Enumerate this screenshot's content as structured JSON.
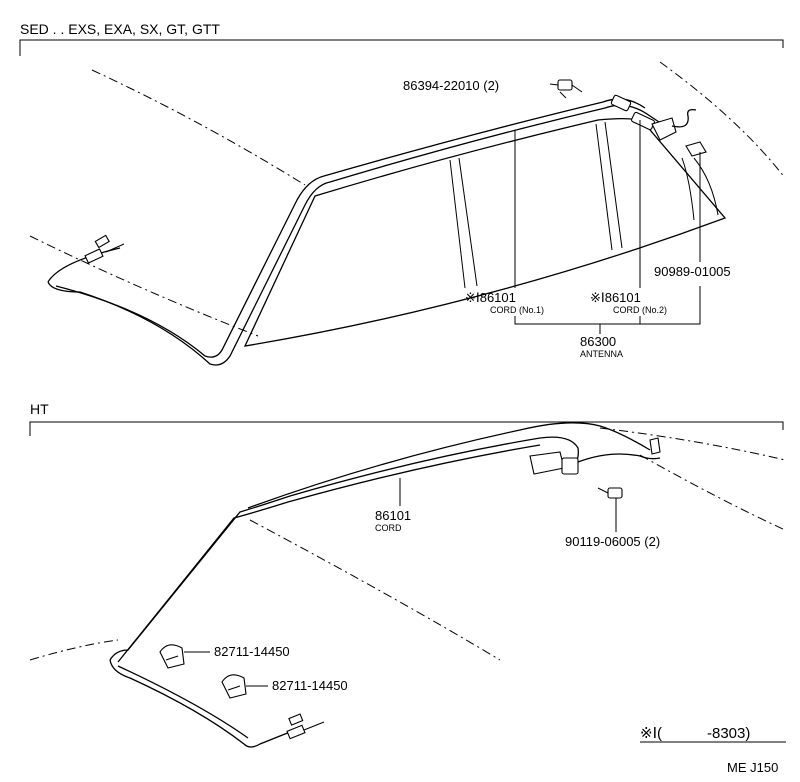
{
  "sections": {
    "sed": {
      "header": "SED . . EXS, EXA, SX, GT, GTT"
    },
    "ht": {
      "header": "HT"
    }
  },
  "labels": {
    "bolt_sed": "86394-22010 (2)",
    "cord_no1_num": "※Ⅰ86101",
    "cord_no1_name": "CORD (No.1)",
    "cord_no2_num": "※Ⅰ86101",
    "cord_no2_name": "CORD (No.2)",
    "clip_sed": "90989-01005",
    "antenna_num": "86300",
    "antenna_name": "ANTENNA",
    "cord_ht_num": "86101",
    "cord_ht_name": "CORD",
    "bolt_ht": "90119-06005 (2)",
    "clamp_1": "82711-14450",
    "clamp_2": "82711-14450"
  },
  "footnote": "※Ⅰ(　　　-8303)",
  "diagram_code": "ME J150"
}
